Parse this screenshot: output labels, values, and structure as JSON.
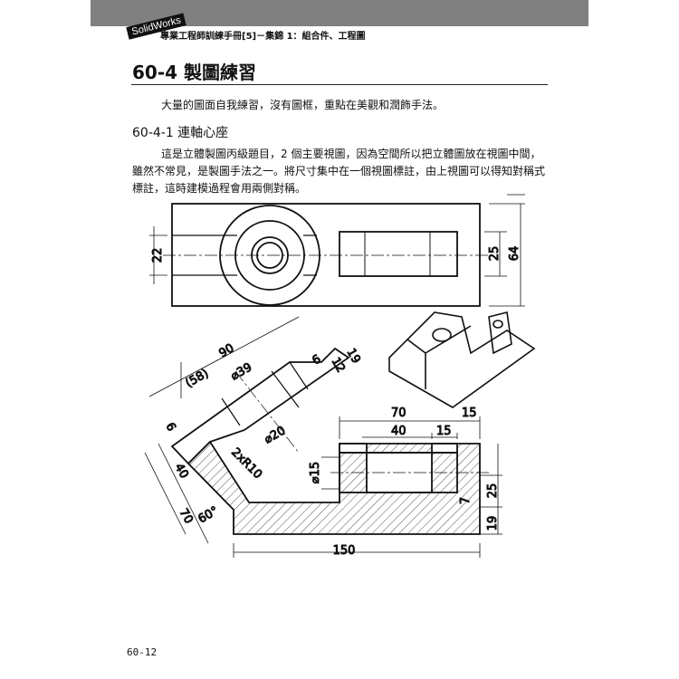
{
  "header": {
    "logo": "SolidWorks",
    "running_title": "專業工程師訓練手冊[5]－集錦 1：組合件、工程圖"
  },
  "section": {
    "title": "60-4 製圖練習",
    "intro": "大量的圖面自我練習，沒有圖框，重點在美觀和潤飾手法。"
  },
  "subsection": {
    "title": "60-4-1 連軸心座",
    "paragraph": "這是立體製圖丙級題目，2 個主要視圖，因為空間所以把立體圖放在視圖中間，雖然不常見，是製圖手法之一。將尺寸集中在一個視圖標註，由上視圖可以得知對稱式標註，這時建模過程會用兩側對稱。"
  },
  "drawing": {
    "top_view": {
      "d1": "22",
      "d2": "25",
      "d3": "64"
    },
    "aux_view": {
      "d90": "90",
      "d58": "(58)",
      "d39": "⌀39",
      "d6a": "6",
      "d12": "12",
      "d19": "19",
      "d20": "⌀20",
      "r10": "2xR10",
      "d6b": "6",
      "d40": "40",
      "d70": "70",
      "ang": "60°"
    },
    "front_view": {
      "d70": "70",
      "d15a": "15",
      "d40": "40",
      "d15b": "15",
      "d15dia": "⌀15",
      "d25": "25",
      "d7": "7",
      "d19": "19",
      "d150": "150"
    }
  },
  "footer": {
    "page_number": "60-12"
  }
}
